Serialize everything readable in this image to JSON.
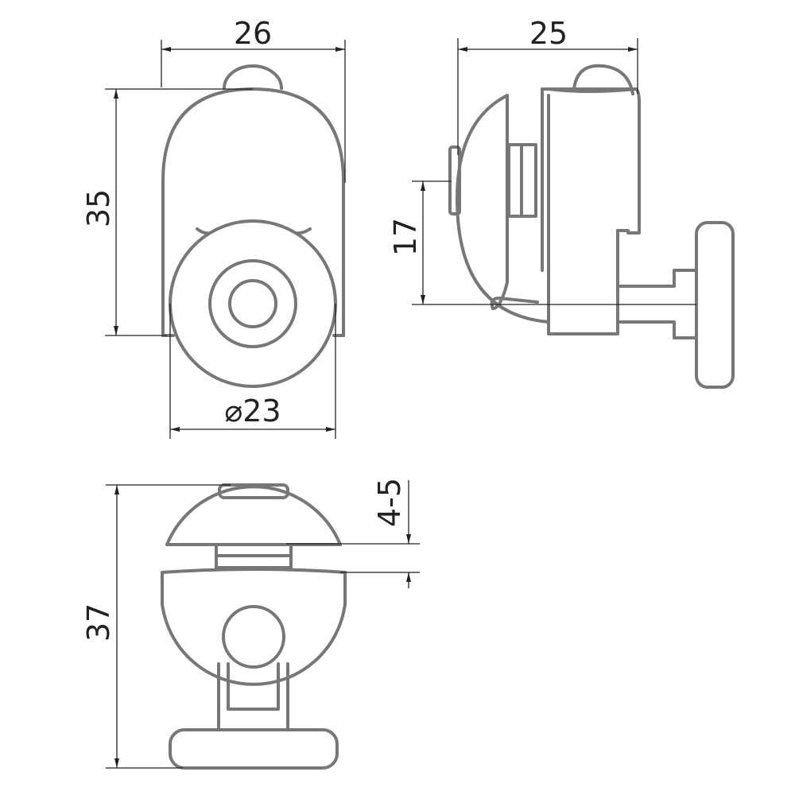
{
  "colors": {
    "outline": "#777777",
    "dimension": "#222222",
    "background": "#ffffff"
  },
  "dimensions": {
    "front_width": "26",
    "front_height": "35",
    "wheel_diameter": "⌀23",
    "side_width": "25",
    "side_height": "17",
    "bottom_height": "37",
    "bottom_adjust": "4-5"
  }
}
